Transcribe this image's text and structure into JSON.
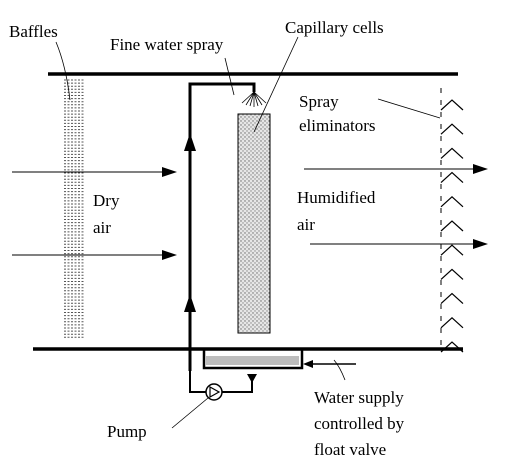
{
  "labels": {
    "baffles": "Baffles",
    "fine_water_spray": "Fine water spray",
    "capillary_cells": "Capillary cells",
    "spray_eliminators": [
      "Spray",
      "eliminators"
    ],
    "dry_air": [
      "Dry",
      "air"
    ],
    "humidified_air": [
      "Humidified",
      "air"
    ],
    "pump": "Pump",
    "water_supply": [
      "Water supply",
      "controlled by",
      "float valve"
    ]
  }
}
